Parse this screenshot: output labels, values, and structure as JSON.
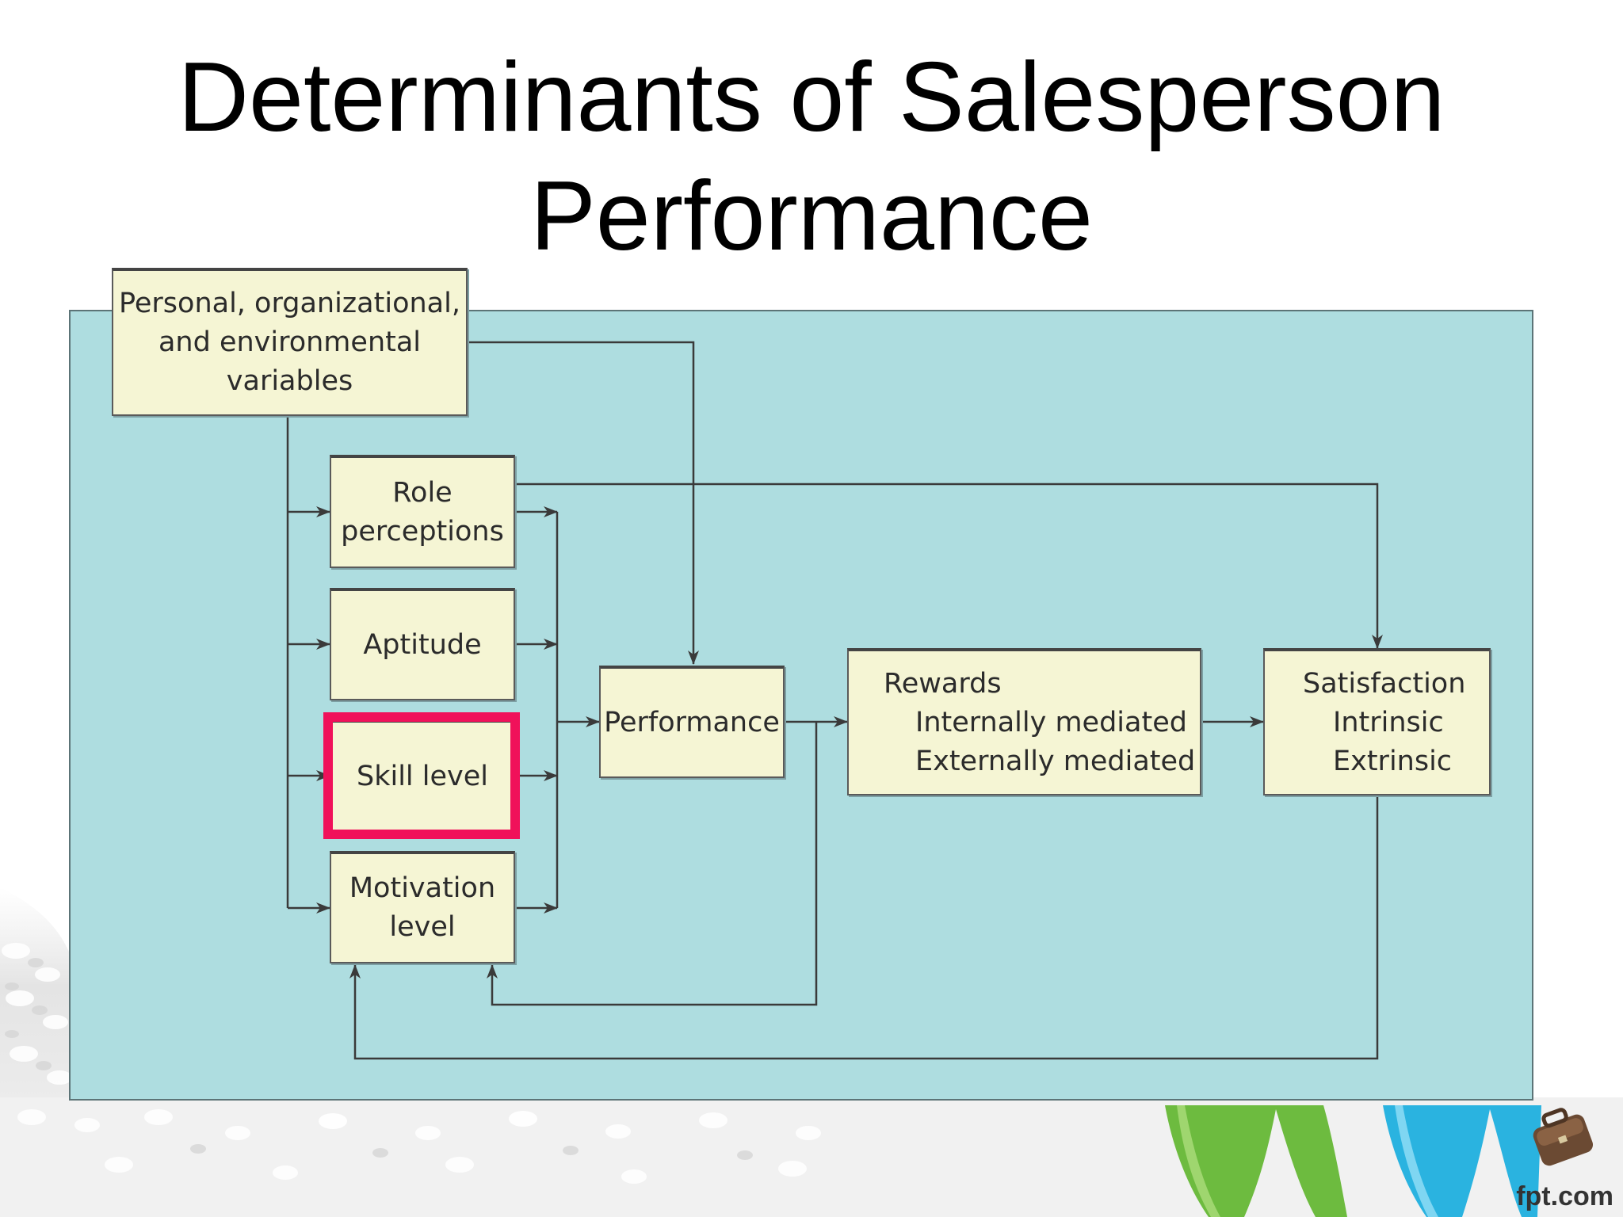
{
  "slide": {
    "title_line1": "Determinants of Salesperson",
    "title_line2": "Performance"
  },
  "diagram": {
    "variables_box": {
      "line1": "Personal, organizational,",
      "line2": "and environmental",
      "line3": "variables"
    },
    "role_box": {
      "line1": "Role",
      "line2": "perceptions"
    },
    "aptitude_box": {
      "line1": "Aptitude"
    },
    "skill_box": {
      "line1": "Skill level",
      "highlighted": true
    },
    "motivation_box": {
      "line1": "Motivation",
      "line2": "level"
    },
    "performance_box": {
      "line1": "Performance"
    },
    "rewards_box": {
      "line1": "Rewards",
      "line2": "Internally mediated",
      "line3": "Externally mediated"
    },
    "satisfaction_box": {
      "line1": "Satisfaction",
      "line2": "Intrinsic",
      "line3": "Extrinsic"
    }
  },
  "branding": {
    "site": "fpt.com"
  },
  "colors": {
    "panel": "#aedde0",
    "box_fill": "#f5f5d4",
    "highlight": "#f0115a",
    "arrow": "#3a3a3a"
  }
}
